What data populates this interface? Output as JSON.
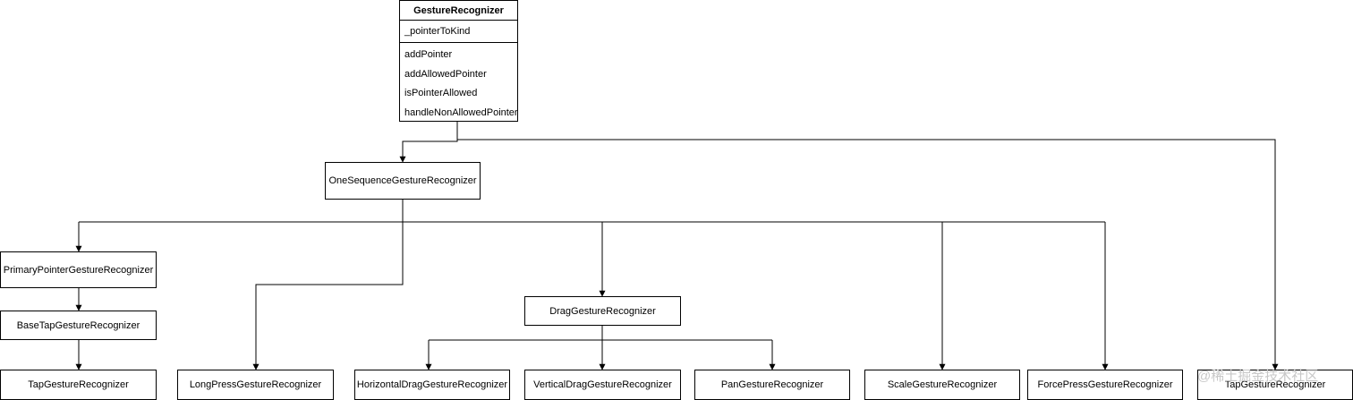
{
  "root": {
    "title": "GestureRecognizer",
    "attributes": [
      "_pointerToKind"
    ],
    "methods": [
      "addPointer",
      "addAllowedPointer",
      "isPointerAllowed",
      "handleNonAllowedPointer"
    ]
  },
  "nodes": {
    "one_sequence": "OneSequenceGestureRecognizer",
    "primary_pointer": "PrimaryPointerGestureRecognizer",
    "base_tap": "BaseTapGestureRecognizer",
    "tap": "TapGestureRecognizer",
    "long_press": "LongPressGestureRecognizer",
    "drag": "DragGestureRecognizer",
    "horizontal_drag": "HorizontalDragGestureRecognizer",
    "vertical_drag": "VerticalDragGestureRecognizer",
    "pan": "PanGestureRecognizer",
    "scale": "ScaleGestureRecognizer",
    "force_press": "ForcePressGestureRecognizer",
    "tap_right": "TapGestureRecognizer"
  },
  "watermark": "@稀土掘金技术社区"
}
